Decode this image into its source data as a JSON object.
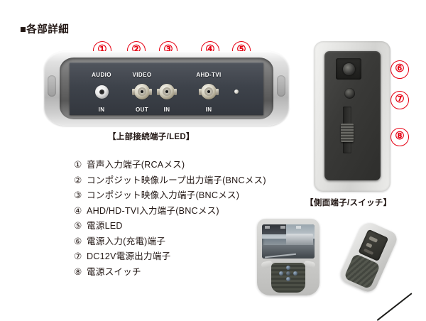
{
  "heading": "■各部詳細",
  "top_panel": {
    "ports": [
      {
        "top_label": "AUDIO",
        "bottom_label": "IN",
        "type": "rca-jack",
        "name": "audio-in-port"
      },
      {
        "top_label": "VIDEO",
        "bottom_label": "OUT",
        "type": "bnc-connector",
        "name": "video-out-port"
      },
      {
        "top_label": "",
        "bottom_label": "IN",
        "type": "bnc-connector",
        "name": "video-in-port"
      },
      {
        "top_label": "AHD-TVI",
        "bottom_label": "IN",
        "type": "bnc-connector",
        "name": "ahd-tvi-in-port"
      }
    ],
    "led_name": "power-led-indicator",
    "caption": "【上部接続端子/LED】",
    "callouts": [
      "①",
      "②",
      "③",
      "④",
      "⑤"
    ]
  },
  "side_panel": {
    "caption": "【側面端子/スイッチ】",
    "callouts": [
      "⑥",
      "⑦",
      "⑧"
    ],
    "dc_in_name": "dc-power-input-jack",
    "dc_out_name": "dc12v-output-jack",
    "switch_name": "power-switch"
  },
  "legend": [
    {
      "num": "①",
      "text": "音声入力端子(RCAメス)"
    },
    {
      "num": "②",
      "text": "コンポジット映像ループ出力端子(BNCメス)"
    },
    {
      "num": "③",
      "text": "コンポジット映像入力端子(BNCメス)"
    },
    {
      "num": "④",
      "text": "AHD/HD-TVI入力端子(BNCメス)"
    },
    {
      "num": "⑤",
      "text": "電源LED"
    },
    {
      "num": "⑥",
      "text": "電源入力(充電)端子"
    },
    {
      "num": "⑦",
      "text": "DC12V電源出力端子"
    },
    {
      "num": "⑧",
      "text": "電源スイッチ"
    }
  ],
  "product_photos": {
    "front_name": "handheld-monitor-front-photo",
    "angle_name": "handheld-monitor-angled-photo"
  },
  "colors": {
    "callout_red": "#e60012",
    "text": "#231815",
    "panel_dark": "#3e434b",
    "shell_gray": "#c9c9c9"
  }
}
